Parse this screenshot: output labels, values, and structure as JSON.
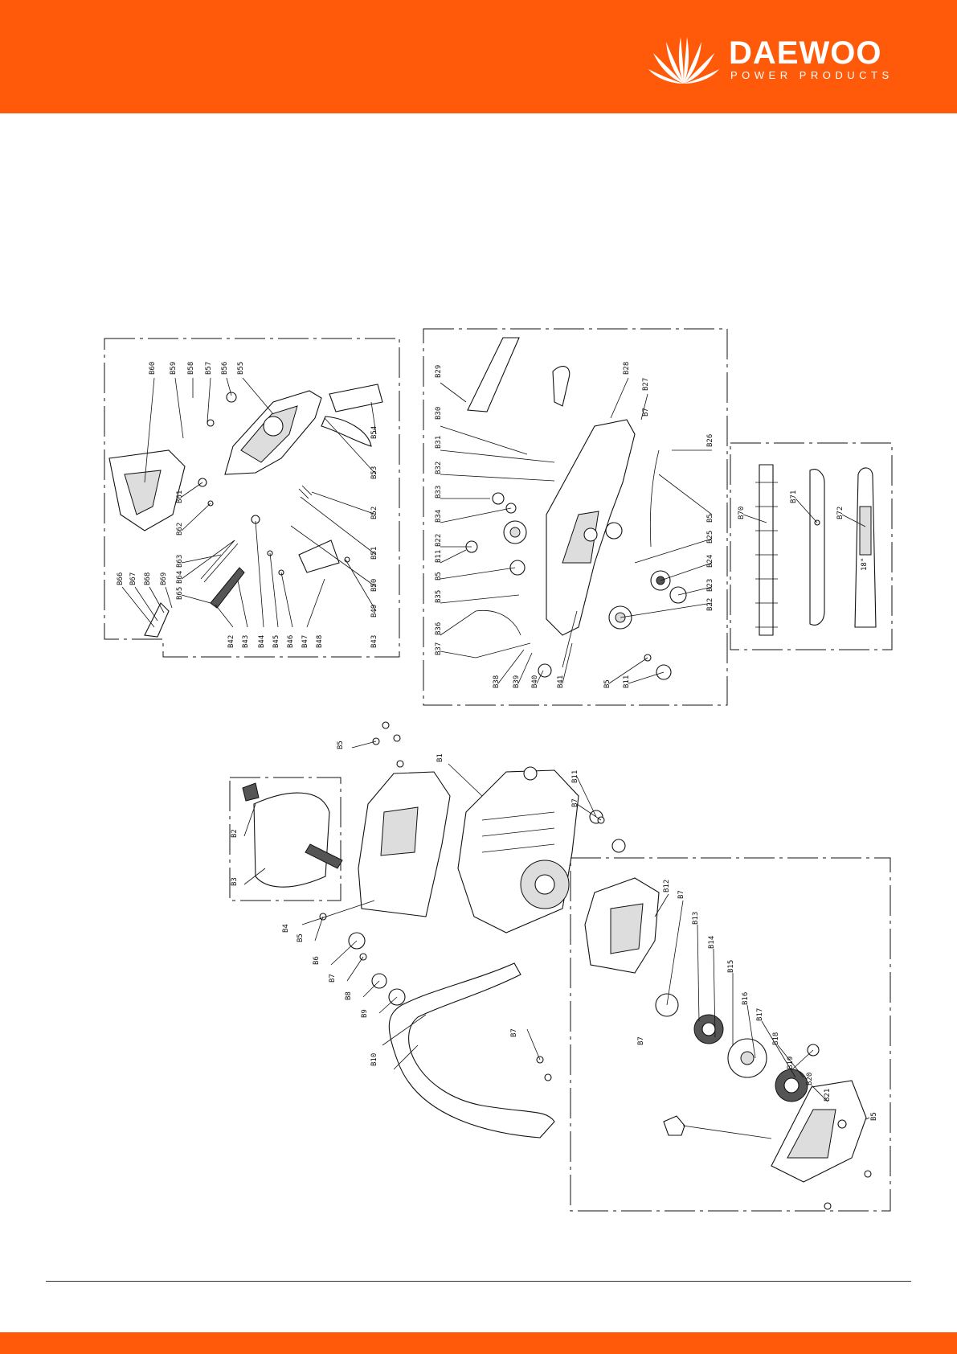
{
  "header": {
    "brand_name": "DAEWOO",
    "brand_subtitle": "POWER PRODUCTS",
    "logo_icon": "fan-rays-icon",
    "band_color": "#ff5a0a"
  },
  "callouts": {
    "panel_a": [
      {
        "id": "B60"
      },
      {
        "id": "B59"
      },
      {
        "id": "B58"
      },
      {
        "id": "B57"
      },
      {
        "id": "B56"
      },
      {
        "id": "B55"
      },
      {
        "id": "B54"
      },
      {
        "id": "B53"
      },
      {
        "id": "B52"
      },
      {
        "id": "B51"
      },
      {
        "id": "B50"
      },
      {
        "id": "B49"
      },
      {
        "id": "B43"
      },
      {
        "id": "B61"
      },
      {
        "id": "B62"
      },
      {
        "id": "B63"
      },
      {
        "id": "B64"
      },
      {
        "id": "B65"
      },
      {
        "id": "B66"
      },
      {
        "id": "B67"
      },
      {
        "id": "B68"
      },
      {
        "id": "B69"
      },
      {
        "id": "B42"
      },
      {
        "id": "B43"
      },
      {
        "id": "B44"
      },
      {
        "id": "B45"
      },
      {
        "id": "B46"
      },
      {
        "id": "B47"
      },
      {
        "id": "B48"
      }
    ],
    "panel_b": [
      {
        "id": "B29"
      },
      {
        "id": "B30"
      },
      {
        "id": "B31"
      },
      {
        "id": "B32"
      },
      {
        "id": "B33"
      },
      {
        "id": "B34"
      },
      {
        "id": "B22"
      },
      {
        "id": "B11"
      },
      {
        "id": "B5"
      },
      {
        "id": "B35"
      },
      {
        "id": "B36"
      },
      {
        "id": "B37"
      },
      {
        "id": "B38"
      },
      {
        "id": "B39"
      },
      {
        "id": "B40"
      },
      {
        "id": "B41"
      },
      {
        "id": "B5"
      },
      {
        "id": "B11"
      },
      {
        "id": "B28"
      },
      {
        "id": "B27"
      },
      {
        "id": "B7"
      },
      {
        "id": "B26"
      },
      {
        "id": "B5"
      },
      {
        "id": "B25"
      },
      {
        "id": "B24"
      },
      {
        "id": "B23"
      },
      {
        "id": "B22"
      }
    ],
    "panel_c": [
      {
        "id": "B70"
      },
      {
        "id": "B71"
      },
      {
        "id": "B72"
      }
    ],
    "panel_d": [
      {
        "id": "B5"
      },
      {
        "id": "B1"
      },
      {
        "id": "B11"
      },
      {
        "id": "B7"
      },
      {
        "id": "B2"
      },
      {
        "id": "B3"
      },
      {
        "id": "B4"
      },
      {
        "id": "B5"
      },
      {
        "id": "B6"
      },
      {
        "id": "B7"
      },
      {
        "id": "B8"
      },
      {
        "id": "B9"
      },
      {
        "id": "B10"
      },
      {
        "id": "B7"
      },
      {
        "id": "B7"
      }
    ],
    "panel_e": [
      {
        "id": "B12"
      },
      {
        "id": "B7"
      },
      {
        "id": "B13"
      },
      {
        "id": "B14"
      },
      {
        "id": "B15"
      },
      {
        "id": "B16"
      },
      {
        "id": "B17"
      },
      {
        "id": "B18"
      },
      {
        "id": "B19"
      },
      {
        "id": "B20"
      },
      {
        "id": "B21"
      },
      {
        "id": "B5"
      }
    ]
  },
  "bar_label": "18\""
}
